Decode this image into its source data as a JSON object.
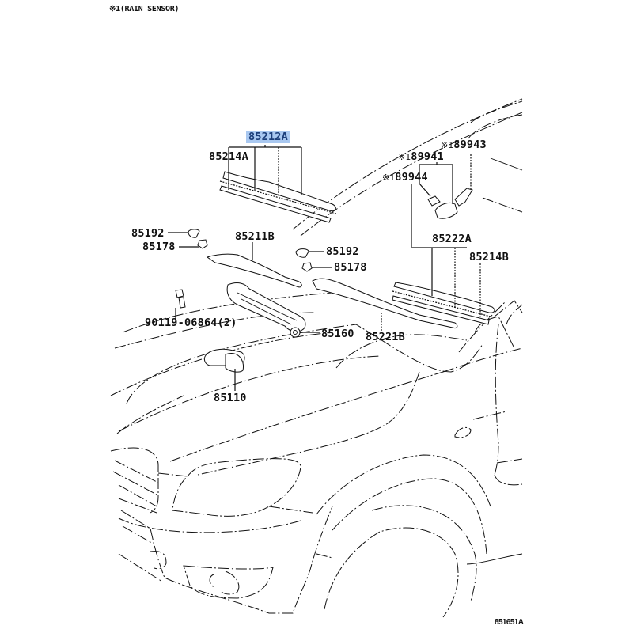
{
  "diagram": {
    "title_note": "※1(RAIN SENSOR)",
    "illustration_code": "851651A",
    "highlight_color": "#a9c8f0",
    "highlighted_part": "85212A",
    "callouts": [
      {
        "id": "c85212A",
        "part_no": "85212A",
        "marker": "",
        "highlighted": true
      },
      {
        "id": "c85214A",
        "part_no": "85214A",
        "marker": "",
        "highlighted": false
      },
      {
        "id": "c89943",
        "part_no": "89943",
        "marker": "※1",
        "highlighted": false
      },
      {
        "id": "c89941",
        "part_no": "89941",
        "marker": "※1",
        "highlighted": false
      },
      {
        "id": "c89944",
        "part_no": "89944",
        "marker": "※1",
        "highlighted": false
      },
      {
        "id": "c85192L",
        "part_no": "85192",
        "marker": "",
        "highlighted": false
      },
      {
        "id": "c85178L",
        "part_no": "85178",
        "marker": "",
        "highlighted": false
      },
      {
        "id": "c85211B",
        "part_no": "85211B",
        "marker": "",
        "highlighted": false
      },
      {
        "id": "c85192R",
        "part_no": "85192",
        "marker": "",
        "highlighted": false
      },
      {
        "id": "c85178R",
        "part_no": "85178",
        "marker": "",
        "highlighted": false
      },
      {
        "id": "c85222A",
        "part_no": "85222A",
        "marker": "",
        "highlighted": false
      },
      {
        "id": "c85214B",
        "part_no": "85214B",
        "marker": "",
        "highlighted": false
      },
      {
        "id": "c90119",
        "part_no": "90119-06864",
        "marker": "",
        "qty": "(2)",
        "highlighted": false
      },
      {
        "id": "c85160",
        "part_no": "85160",
        "marker": "",
        "highlighted": false
      },
      {
        "id": "c85221B",
        "part_no": "85221B",
        "marker": "",
        "highlighted": false
      },
      {
        "id": "c85110",
        "part_no": "85110",
        "marker": "",
        "highlighted": false
      }
    ]
  }
}
